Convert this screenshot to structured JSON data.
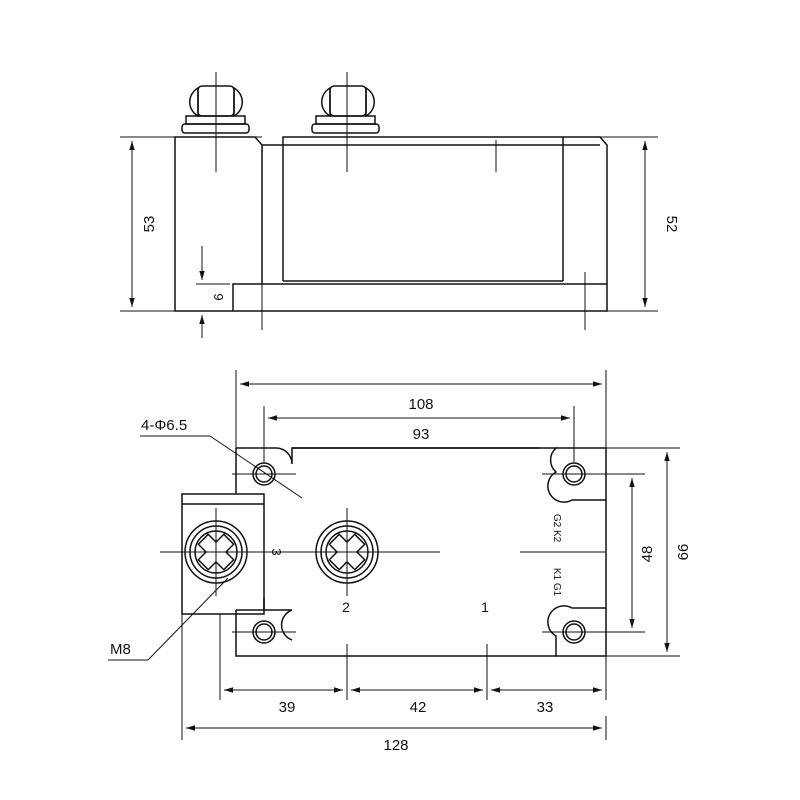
{
  "colors": {
    "line": "#111111",
    "background": "#ffffff"
  },
  "side_view": {
    "dimensions": {
      "height_left": "53",
      "height_right": "52",
      "base_thickness": "9"
    }
  },
  "top_view": {
    "dimensions": {
      "total_length": "128",
      "body_length": "108",
      "hole_pitch_x": "93",
      "width": "66",
      "hole_pitch_y": "48",
      "offset_left": "39",
      "terminal_pitch": "42",
      "offset_right": "33"
    },
    "callouts": {
      "mounting_holes": "4-Φ6.5",
      "terminal_thread": "M8"
    },
    "terminal_labels": {
      "t1": "1",
      "t2": "2",
      "t3": "3",
      "gate_top": "G2 K2",
      "gate_bottom": "K1 G1"
    }
  }
}
